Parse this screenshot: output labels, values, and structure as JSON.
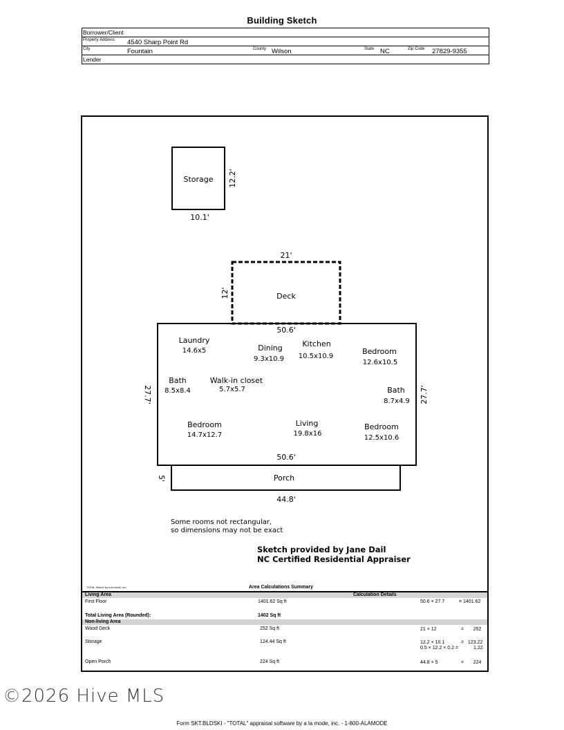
{
  "title": "Building Sketch",
  "header": {
    "borrower_label": "Borrower/Client",
    "address_label": "Property Address",
    "address": "4540 Sharp Point Rd",
    "city_label": "City",
    "city": "Fountain",
    "county_label": "County",
    "county": "Wilson",
    "state_label": "State",
    "state": "NC",
    "zip_label": "Zip Code",
    "zip": "27829-9355",
    "lender_label": "Lender"
  },
  "sketch": {
    "storage": {
      "name": "Storage",
      "width": "10.1'",
      "depth": "12.2'"
    },
    "deck": {
      "name": "Deck",
      "width": "21'",
      "depth": "12'"
    },
    "house": {
      "top": "50.6'",
      "bottom": "50.6'",
      "left": "27.7'",
      "right": "27.7'"
    },
    "porch": {
      "name": "Porch",
      "width": "44.8'",
      "depth": "5'"
    },
    "rooms": [
      {
        "name": "Laundry",
        "dim": "14.6x5"
      },
      {
        "name": "Dining",
        "dim": "9.3x10.9"
      },
      {
        "name": "Kitchen",
        "dim": "10.5x10.9"
      },
      {
        "name": "Bedroom",
        "dim": "12.6x10.5"
      },
      {
        "name": "Bath",
        "dim": "8.5x8.4"
      },
      {
        "name": "Walk-in closet",
        "dim": "5.7x5.7"
      },
      {
        "name": "Bath",
        "dim": "8.7x4.9"
      },
      {
        "name": "Bedroom",
        "dim": "14.7x12.7"
      },
      {
        "name": "Living",
        "dim": "19.8x16"
      },
      {
        "name": "Bedroom",
        "dim": "12.5x10.6"
      }
    ],
    "note_line1": "Some rooms not rectangular,",
    "note_line2": "so dimensions may not be exact",
    "credit_line1": "Sketch provided by Jane Dail",
    "credit_line2": "NC Certified Residential Appraiser",
    "software_tag": "TOTAL Sketch by a la mode, inc."
  },
  "summary": {
    "title": "Area Calculations Summary",
    "living_label": "Living Area",
    "details_label": "Calculation Details",
    "first_floor_label": "First Floor",
    "first_floor_value": "1401.62 Sq ft",
    "first_floor_calc": "50.6 × 27.7",
    "first_floor_result": "= 1401.62",
    "total_label": "Total Living Area (Rounded):",
    "total_value": "1402 Sq ft",
    "nonliving_label": "Non-living Area",
    "deck_label": "Wood Deck",
    "deck_value": "252 Sq ft",
    "deck_calc": "21 × 12",
    "deck_result": "=       252",
    "storage_label": "Storage",
    "storage_value": "124.44 Sq ft",
    "storage_calc1": "12.2 × 10.1",
    "storage_result1": "=   123.22",
    "storage_calc2": "0.5 × 12.2 × 0.2 =",
    "storage_result2": "1.22",
    "porch_label": "Open Porch",
    "porch_value": "224 Sq ft",
    "porch_calc": "44.8 × 5",
    "porch_result": "=       224"
  },
  "watermark": "©2026 Hive MLS",
  "footer": "Form SKT.BLDSKI - \"TOTAL\" appraisal software by a la mode, inc. - 1-800-ALAMODE"
}
